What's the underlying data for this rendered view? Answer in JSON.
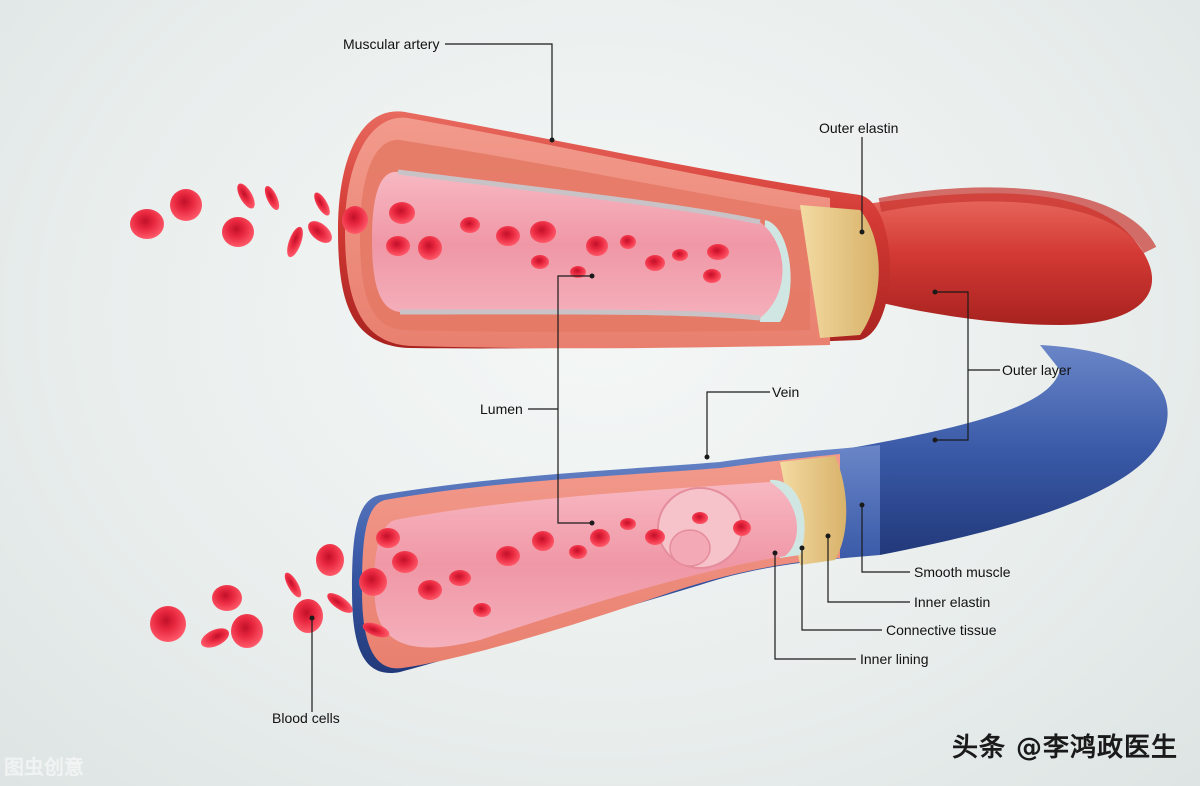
{
  "labels": {
    "muscular_artery": "Muscular artery",
    "outer_elastin": "Outer elastin",
    "outer_layer": "Outer layer",
    "lumen": "Lumen",
    "vein": "Vein",
    "smooth_muscle": "Smooth muscle",
    "inner_elastin": "Inner elastin",
    "connective_tissue": "Connective tissue",
    "inner_lining": "Inner lining",
    "blood_cells": "Blood cells"
  },
  "watermarks": {
    "author": "头条 @李鸿政医生",
    "stock": "图虫创意"
  },
  "colors": {
    "artery": "#d9443f",
    "vein": "#3a5aa8",
    "blood_cell": "#e0203a",
    "lumen_lining": "#f4a9b4",
    "elastin": "#f0d9a0"
  },
  "icons": [
    "blood-cell-icon"
  ]
}
